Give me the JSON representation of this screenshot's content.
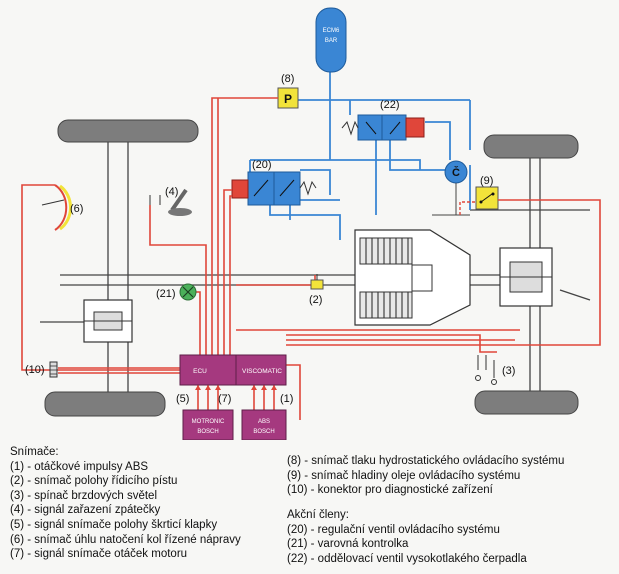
{
  "diagram": {
    "tank_label_1": "ECM6",
    "tank_label_2": "BAR",
    "ecu_label": "ECU",
    "viscomatic_label": "VISCOMATIC",
    "motronic_label_1": "MOTRONIC",
    "motronic_label_2": "BOSCH",
    "abs_label_1": "ABS",
    "abs_label_2": "BOSCH",
    "pressure_sensor_symbol": "P",
    "pump_symbol": "Č",
    "callouts": {
      "c1": "(1)",
      "c2": "(2)",
      "c3": "(3)",
      "c4": "(4)",
      "c5": "(5)",
      "c6": "(6)",
      "c7": "(7)",
      "c8": "(8)",
      "c9": "(9)",
      "c10": "(10)",
      "c20": "(20)",
      "c21": "(21)",
      "c22": "(22)"
    }
  },
  "legend": {
    "sensors_heading": "Snímače:",
    "sensors": [
      "(1) - otáčkové impulsy ABS",
      "(2) - snímač polohy řídicího pístu",
      "(3) - spínač brzdových světel",
      "(4) - signál zařazení zpátečky",
      "(5) - signál snímače polohy škrticí klapky",
      "(6) - snímač úhlu natočení kol řízené nápravy",
      "(7) - signál snímače otáček motoru"
    ],
    "sensors_cont": [
      "(8) - snímač tlaku hydrostatického ovládacího systému",
      "(9) - snímač hladiny oleje ovládacího systému",
      "(10) - konektor pro diagnostické zařízení"
    ],
    "actuators_heading": "Akční členy:",
    "actuators": [
      "(20) - regulační ventil ovládacího systému",
      "(21) - varovná kontrolka",
      "(22) - oddělovací ventil vysokotlakého čerpadla"
    ]
  },
  "colors": {
    "hydraulic_blue": "#3a86d4",
    "signal_red": "#e0463a",
    "ecu_magenta": "#a5397f",
    "sensor_yellow": "#f2e33a",
    "tire_gray": "#7a7a7a",
    "lamp_green": "#4bb05a"
  }
}
